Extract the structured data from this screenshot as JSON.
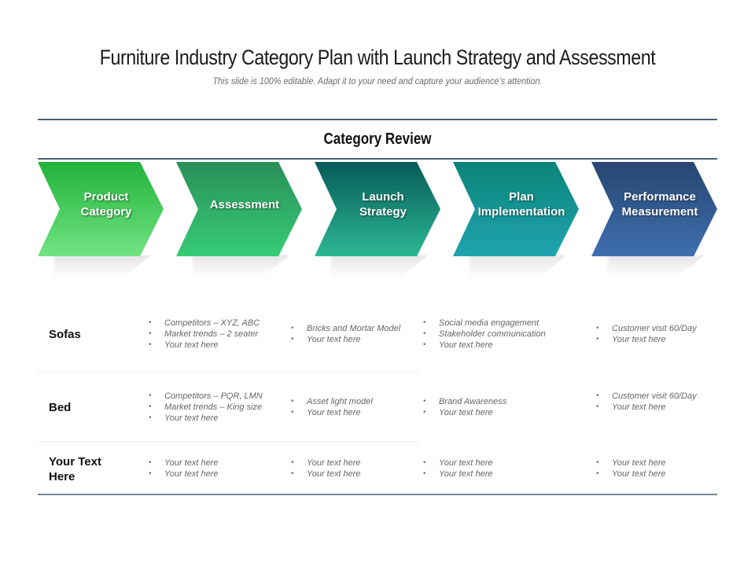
{
  "header": {
    "title": "Furniture Industry Category Plan with Launch Strategy and Assessment",
    "subtitle": "This slide is 100% editable. Adapt it to your need and capture your audience’s attention."
  },
  "section": {
    "title": "Category Review"
  },
  "chevrons": [
    {
      "label": "Product\nCategory",
      "color_top": "#22b33a",
      "color_bottom": "#72e383"
    },
    {
      "label": "Assessment",
      "color_top": "#2a8f58",
      "color_bottom": "#36cc76"
    },
    {
      "label": "Launch\nStrategy",
      "color_top": "#075a58",
      "color_bottom": "#2cb894"
    },
    {
      "label": "Plan\nImplementation",
      "color_top": "#0a8478",
      "color_bottom": "#20a4ae"
    },
    {
      "label": "Performance\nMeasurement",
      "color_top": "#274670",
      "color_bottom": "#3f6fb0"
    }
  ],
  "rows": [
    {
      "label": "Sofas",
      "cells": [
        [
          "Competitors – XYZ, ABC",
          "Market   trends – 2 seater",
          "Your text here"
        ],
        [
          "Bricks and Mortar Model",
          "Your text here"
        ],
        [
          "Social media engagement",
          "Stakeholder communication",
          "Your text here"
        ],
        [
          "Customer visit 60/Day",
          "Your text here"
        ]
      ]
    },
    {
      "label": "Bed",
      "cells": [
        [
          "Competitors – PQR, LMN",
          "Market   trends – King size",
          "Your text here"
        ],
        [
          "Asset light model",
          "Your text here"
        ],
        [
          "Brand Awareness",
          "Your text here"
        ],
        [
          "Customer visit 60/Day",
          "Your text here"
        ]
      ]
    },
    {
      "label": "Your Text\nHere",
      "cells": [
        [
          "Your text here",
          "Your text here"
        ],
        [
          "Your text here",
          "Your text here"
        ],
        [
          "Your text here",
          "Your text here"
        ],
        [
          "Your text here",
          "Your text here"
        ]
      ]
    }
  ]
}
